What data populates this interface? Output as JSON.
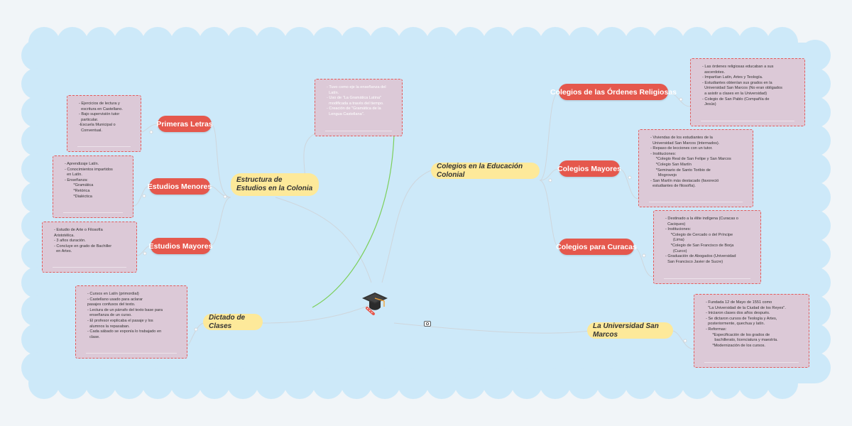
{
  "colors": {
    "cloud_fill": "#cde9f9",
    "topic_red": "#e5584d",
    "topic_yellow": "#fde99a",
    "note_fill": "#dcc9d7",
    "note_border": "#e25b5b",
    "connector": "#cfd6dc",
    "arrow": "#7ccf5b"
  },
  "icons": {
    "center": "graduation-cap-icon",
    "map": "map-link-icon"
  },
  "topics": {
    "primeras_letras": "Primeras Letras",
    "estudios_menores": "Estudios Menores",
    "estudios_mayores": "Estudios Mayores",
    "estructura": "Estructura de Estudios en la Colonia",
    "dictado": "Dictado de Clases",
    "colegios_educacion": "Colegios en la Educación Colonial",
    "colegios_ordenes": "Colegios de las Órdenes Religiosas",
    "colegios_mayores": "Colegios Mayores",
    "colegios_curacas": "Colegios para Curacas",
    "universidad": "La Universidad San Marcos"
  },
  "notes": {
    "latin": "- Tuvo como eje la enseñanza del\n  Latín.\n- Uso de \"La Gramática Latina\"\n  modificada a través del tiempo.\n- Creación de \"Gramática de la\n  Lengua Castellana\".",
    "primeras_letras": "- Ejercicios de lectura y\n  escritura en Castellano.\n- Bajo supervisión tutor\n  particular.\n-Escuela Municipal o\n  Conventual.",
    "estudios_menores": "- Aprendizaje Latín.\n- Conocimientos impartidos\n  en Latín.\n- Enseñanza:\n        *Gramática\n        *Retórica\n        *Dialéctica",
    "estudios_mayores": "- Estudio de Arte o Filosofía\nAristotélica.\n- 3 años duración.\n- Concluye en grado de Bachiller\n  en Artes.",
    "dictado": "- Cursos en Latín (primordial)\n- Castellano usado para aclarar\npasajes confusos del texto.\n- Lectura de un párrafo del texto base para\n  enseñanza de un curso.\n- El profesor explicaba el pasaje y los\n  alumnos la repasaban.\n- Cada sábado se exponía lo trabajado en\n  clase.",
    "ordenes": "- Las órdenes religiosas educaban a sus\n  ascerdotes.\n- Impartían Latín, Artes y Teología.\n- Estudiantes obtenían sus grados en la\n  Universidad San Marcos (No eran obligados\n  a asistir a clases en la Universidad)\n- Colegio de San Pablo (Compañía de\n  Jesús)",
    "mayores": "- Viviendas de los estudiantes de la\n  Universidad San Marcos (Internados).\n- Repaso de lecciones con un tutor.\n- Instituciones:\n     *Colegio Real de San Felipe y San Marcos\n     *Colegio San Martín\n     *Seminario de Santo Toribio de\n       Mogrovejo\n- San Martín más destacado (favoreció\n  estudiantes de filosofía).",
    "curacas": "- Destinado a la élite indígena (Curacas o\n  Caciques)\n- Instituciones:\n     *Colegio de Cercado o del Príncipe\n       (Lima)\n     *Colegio de San Francisco de Borja\n       (Cuzco)\n- Graduación de Abogados (Universidad\n  San Francisco Javier de Sucre)",
    "universidad": "- Fundada 12 de Mayo de 1551 como\n  \"La Universidad de la Ciudad de los Reyes\".\n- Iniciaron clases dos años después.\n- Se dictaron cursos de Teología y Artes,\n  posteriormente, quechua y latín.\n- Reformas:\n      *Especificación de los grados de\n        bachillerato, licenciatura y maestría.\n      *Modernización de los cursos."
  }
}
